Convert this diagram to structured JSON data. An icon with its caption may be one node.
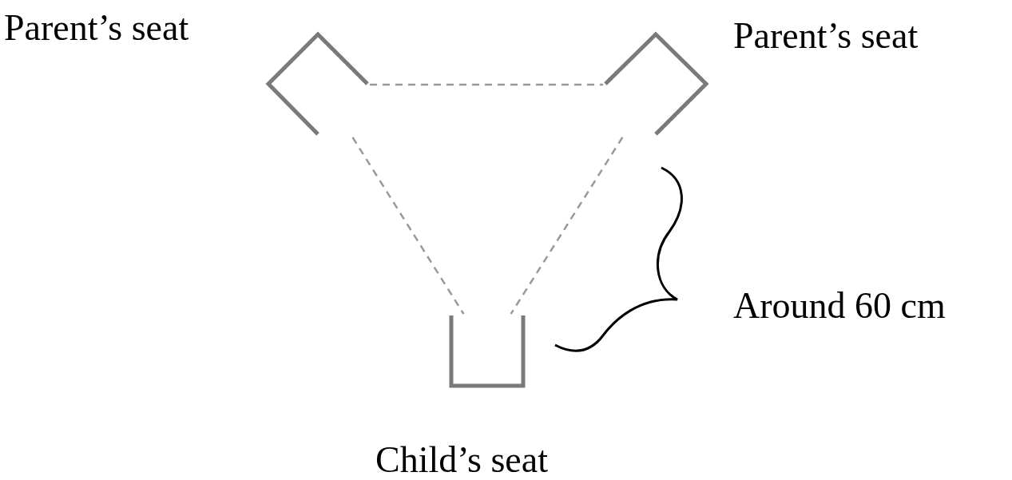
{
  "diagram": {
    "nodes": [
      {
        "text": [],
        "shape": "seat",
        "beside": [
          "Parent’s seat"
        ]
      },
      {
        "text": [],
        "shape": "seat",
        "beside": [
          "Parent’s seat"
        ]
      },
      {
        "text": [],
        "shape": "seat",
        "beside": [
          "Child’s seat"
        ]
      }
    ],
    "edges": [
      {
        "from": 0,
        "to": 1,
        "arrow": "none",
        "style": "dashed"
      },
      {
        "from": 0,
        "to": 2,
        "arrow": "none",
        "style": "dashed"
      },
      {
        "from": 1,
        "to": 2,
        "arrow": "none",
        "style": "dashed"
      }
    ],
    "labels": [
      "Around 60 cm"
    ]
  }
}
